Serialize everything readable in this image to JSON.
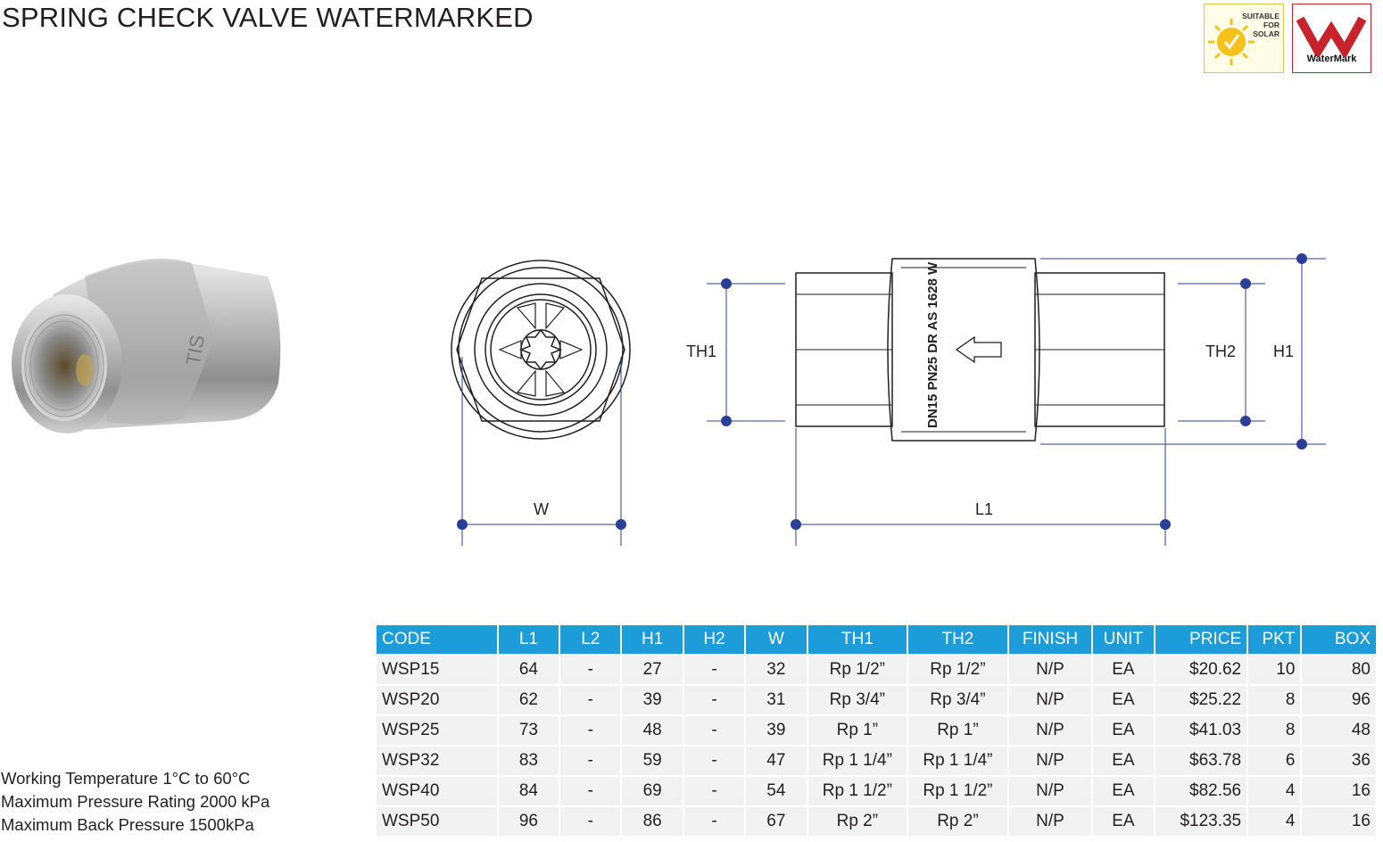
{
  "page": {
    "title": "SPRING CHECK VALVE WATERMARKED"
  },
  "badges": {
    "solar": {
      "text_lines": [
        "SUITABLE",
        "FOR",
        "SOLAR"
      ],
      "color": "#f5c21b"
    },
    "watermark": {
      "text": "WaterMark",
      "color": "#c8222a"
    }
  },
  "drawing": {
    "labels": {
      "w": "W",
      "l1": "L1",
      "th1": "TH1",
      "th2": "TH2",
      "h1": "H1"
    },
    "body_marking": "DN15 PN25 DR AS 1628 W",
    "dim_color": "#2c3f97"
  },
  "specs": [
    "Working Temperature  1°C to 60°C",
    "Maximum Pressure Rating 2000 kPa",
    "Maximum Back Pressure 1500kPa"
  ],
  "table": {
    "header_color": "#1c9cd8",
    "columns": [
      "CODE",
      "L1",
      "L2",
      "H1",
      "H2",
      "W",
      "TH1",
      "TH2",
      "FINISH",
      "UNIT",
      "PRICE",
      "PKT",
      "BOX"
    ],
    "rows": [
      [
        "WSP15",
        "64",
        "-",
        "27",
        "-",
        "32",
        "Rp 1/2”",
        "Rp 1/2”",
        "N/P",
        "EA",
        "$20.62",
        "10",
        "80"
      ],
      [
        "WSP20",
        "62",
        "-",
        "39",
        "-",
        "31",
        "Rp 3/4”",
        "Rp 3/4”",
        "N/P",
        "EA",
        "$25.22",
        "8",
        "96"
      ],
      [
        "WSP25",
        "73",
        "-",
        "48",
        "-",
        "39",
        "Rp 1”",
        "Rp 1”",
        "N/P",
        "EA",
        "$41.03",
        "8",
        "48"
      ],
      [
        "WSP32",
        "83",
        "-",
        "59",
        "-",
        "47",
        "Rp 1 1/4”",
        "Rp 1 1/4”",
        "N/P",
        "EA",
        "$63.78",
        "6",
        "36"
      ],
      [
        "WSP40",
        "84",
        "-",
        "69",
        "-",
        "54",
        "Rp 1 1/2”",
        "Rp 1 1/2”",
        "N/P",
        "EA",
        "$82.56",
        "4",
        "16"
      ],
      [
        "WSP50",
        "96",
        "-",
        "86",
        "-",
        "67",
        "Rp 2”",
        "Rp 2”",
        "N/P",
        "EA",
        "$123.35",
        "4",
        "16"
      ]
    ]
  }
}
